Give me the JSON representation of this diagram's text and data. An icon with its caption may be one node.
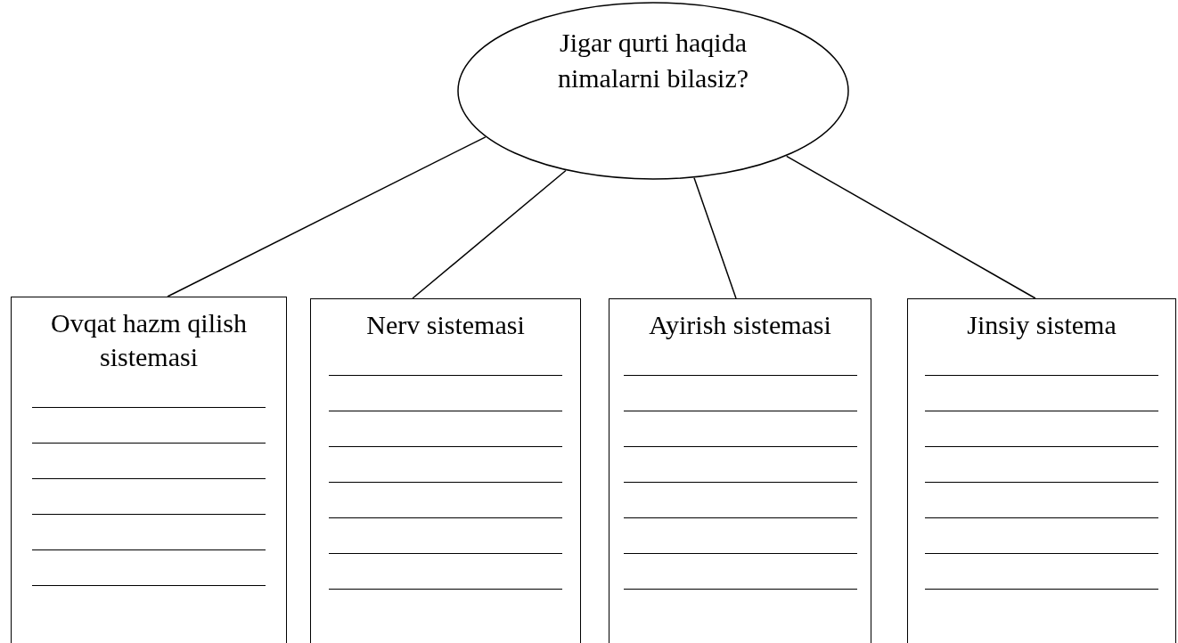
{
  "diagram": {
    "nodes": [
      {
        "text": [
          "Jigar qurti haqida nimalarni bilasiz?"
        ]
      },
      {
        "text": [
          "Ovqat hazm qilish sistemasi"
        ]
      },
      {
        "text": [
          "Nerv sistemasi"
        ]
      },
      {
        "text": [
          "Ayirish sistemasi"
        ]
      },
      {
        "text": [
          "Jinsiy sistema"
        ]
      }
    ],
    "edges": [
      {
        "from": 0,
        "to": 1,
        "arrow": "none"
      },
      {
        "from": 0,
        "to": 2,
        "arrow": "none"
      },
      {
        "from": 0,
        "to": 3,
        "arrow": "none"
      },
      {
        "from": 0,
        "to": 4,
        "arrow": "none"
      }
    ]
  }
}
